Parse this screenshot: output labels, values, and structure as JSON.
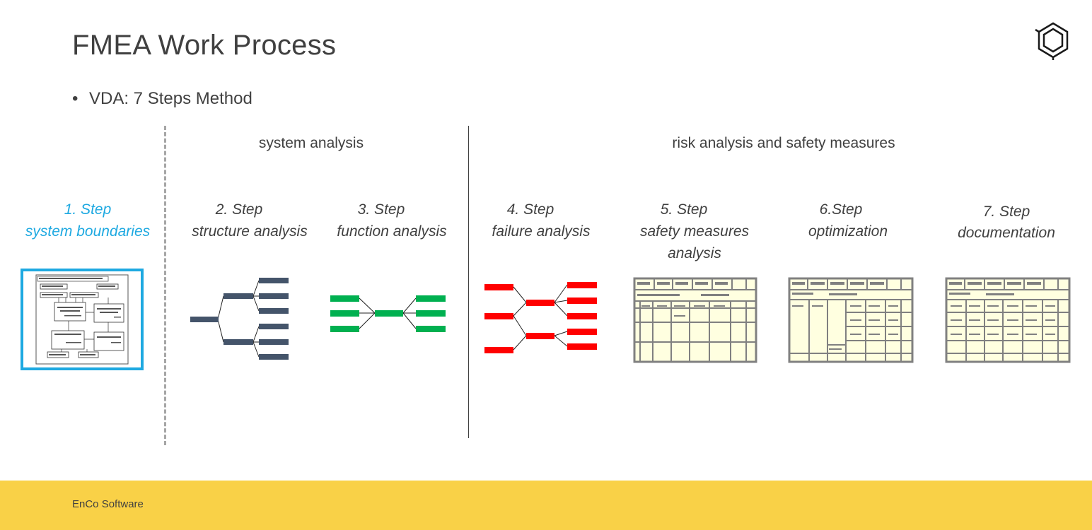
{
  "title": "FMEA Work Process",
  "bullet": "VDA: 7 Steps Method",
  "sections": {
    "system_analysis": "system analysis",
    "risk_analysis": "risk analysis and safety measures"
  },
  "steps": [
    {
      "number": "1. Step",
      "label": "system boundaries"
    },
    {
      "number": "2. Step",
      "label": "structure analysis"
    },
    {
      "number": "3. Step",
      "label": "function analysis"
    },
    {
      "number": "4. Step",
      "label": "failure analysis"
    },
    {
      "number": "5. Step",
      "label": "safety measures analysis"
    },
    {
      "number": "6.Step",
      "label": "optimization"
    },
    {
      "number": "7. Step",
      "label": "documentation"
    }
  ],
  "footer": "EnCo Software",
  "colors": {
    "accent": "#1ea9e1",
    "structure": "#44546a",
    "function": "#00b050",
    "failure": "#ff0000",
    "footer": "#f9d147",
    "table_fill": "#ffffe0",
    "table_stroke": "#808080"
  },
  "icons": [
    "hexagon-logo-icon",
    "block-diagram-icon",
    "structure-tree-icon",
    "function-net-icon",
    "failure-net-icon",
    "form-sheet-icon"
  ]
}
